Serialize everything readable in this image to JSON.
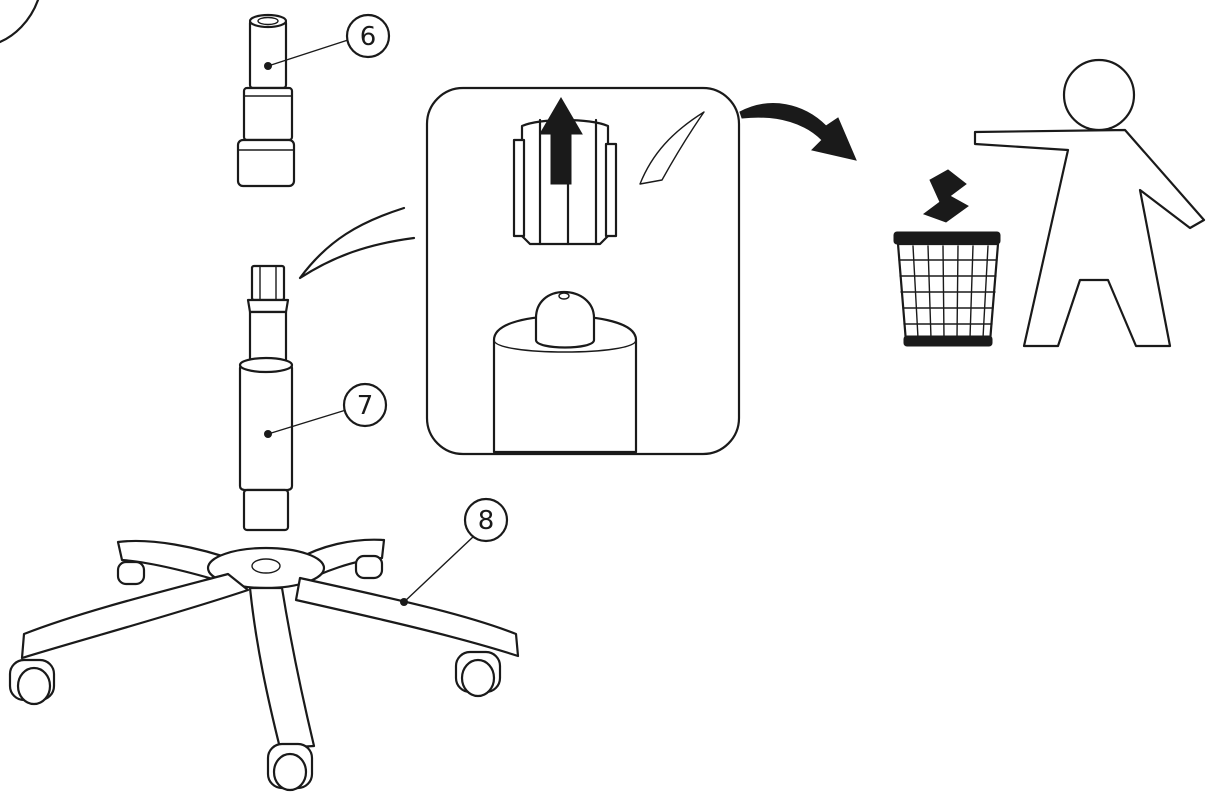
{
  "callouts": [
    {
      "label": "6",
      "part": "gas-lift-cover"
    },
    {
      "label": "7",
      "part": "gas-lift-cylinder"
    },
    {
      "label": "8",
      "part": "five-star-base"
    }
  ],
  "icons": [
    "arrow-up-icon",
    "curved-arrow-icon",
    "trash-bin-icon",
    "person-icon",
    "discard-wrapper-icon"
  ],
  "colors": {
    "line": "#1a1a1a",
    "background": "#ffffff"
  }
}
